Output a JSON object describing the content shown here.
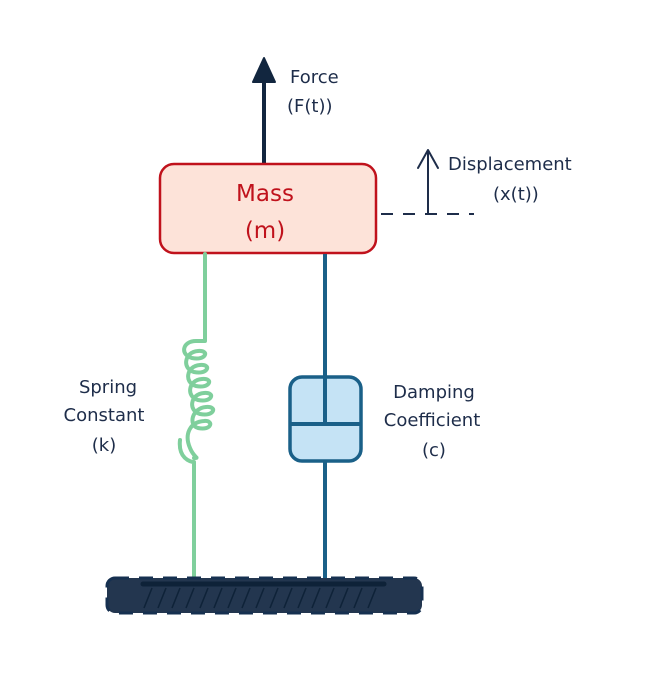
{
  "title": "Mass-Spring-Damper System",
  "colors": {
    "mass_fill": "#fde3d9",
    "mass_stroke": "#c0121c",
    "mass_text": "#c0121c",
    "spring": "#7fcf9c",
    "damper_line": "#1a6088",
    "damper_fill": "#c5e3f5",
    "force_arrow": "#12263f",
    "ground_fill": "#23364f",
    "ground_stroke": "#163050",
    "label_text": "#1e2d4a"
  },
  "mass": {
    "line1": "Mass",
    "line2": "(m)"
  },
  "force": {
    "line1": "Force",
    "line2": "(F(t))"
  },
  "displacement": {
    "line1": "Displacement",
    "line2": "(x(t))"
  },
  "spring": {
    "line1": "Spring",
    "line2": "Constant",
    "line3": "(k)"
  },
  "damper": {
    "line1": "Damping",
    "line2": "Coefficient",
    "line3": "(c)"
  }
}
